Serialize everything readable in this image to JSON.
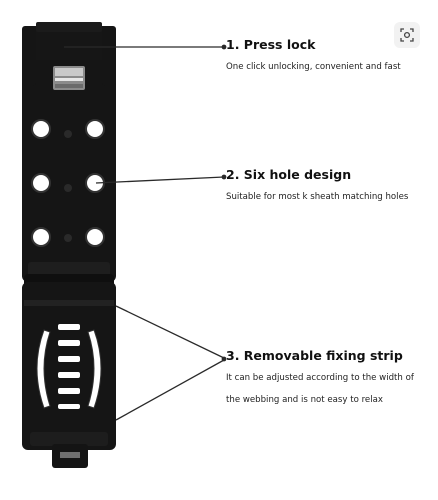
{
  "viewer": {
    "lens_button_icon": "lens-search-icon"
  },
  "product": {
    "image_icon": "belt-clip-product-image"
  },
  "features": [
    {
      "title": "1. Press lock",
      "description": "One click unlocking, convenient and fast"
    },
    {
      "title": "2. Six hole design",
      "description": "Suitable for most k sheath matching holes"
    },
    {
      "title": "3. Removable fixing strip",
      "description_line1": "It can be adjusted according to the width of",
      "description_line2": "the webbing and is not easy to relax"
    }
  ],
  "colors": {
    "product_black": "#161616",
    "callout_line": "#2a2a2a",
    "background": "#ffffff"
  }
}
